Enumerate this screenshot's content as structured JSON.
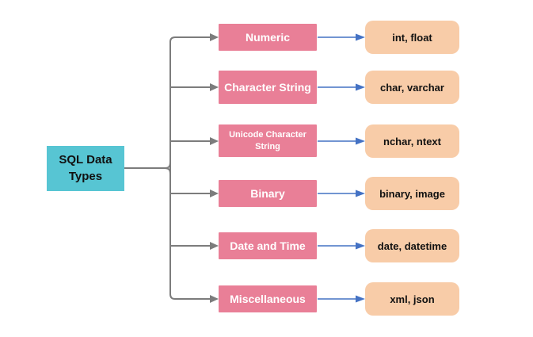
{
  "diagram": {
    "root": {
      "label": "SQL Data Types"
    },
    "rows": [
      {
        "category": "Numeric",
        "types": "int, float"
      },
      {
        "category": "Character String",
        "types": "char, varchar"
      },
      {
        "category": "Unicode Character String",
        "types": "nchar, ntext"
      },
      {
        "category": "Binary",
        "types": "binary, image"
      },
      {
        "category": "Date and Time",
        "types": "date, datetime"
      },
      {
        "category": "Miscellaneous",
        "types": "xml, json"
      }
    ]
  },
  "colors": {
    "root_fill": "#57C5D3",
    "category_fill": "#E97F97",
    "type_fill": "#F8CCA8",
    "tree_line": "#7C7C7C",
    "arrow_line": "#4472C4",
    "category_text": "#FFFFFF",
    "text": "#111111",
    "background": "#FFFFFF"
  }
}
